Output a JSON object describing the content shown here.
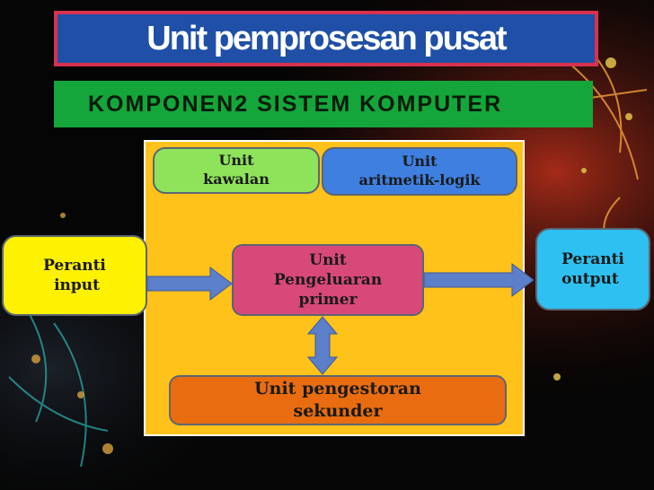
{
  "slide": {
    "title": "Unit pemprosesan pusat",
    "subtitle": "Komponen2 sistem komputer"
  },
  "diagram": {
    "control_unit": [
      "Unit",
      "kawalan"
    ],
    "alu": [
      "Unit",
      "aritmetik-logik"
    ],
    "cpu_main": [
      "Unit",
      "Pengeluaran",
      "primer"
    ],
    "secondary_storage": [
      "Unit pengestoran",
      "sekunder"
    ],
    "input_device": [
      "Peranti",
      "input"
    ],
    "output_device": [
      "Peranti",
      "output"
    ]
  },
  "colors": {
    "background": "#050505",
    "title_banner": "#1f4fa6",
    "title_border": "#d8324f",
    "subtitle_banner": "#14a63a",
    "panel": "#fec21a",
    "control_unit": "#8ee35a",
    "alu": "#3f7fe0",
    "cpu_main": "#d8497a",
    "secondary_storage": "#e96d10",
    "input_device": "#fff200",
    "output_device": "#2ec0f0",
    "arrow": "#5b7fc8"
  }
}
